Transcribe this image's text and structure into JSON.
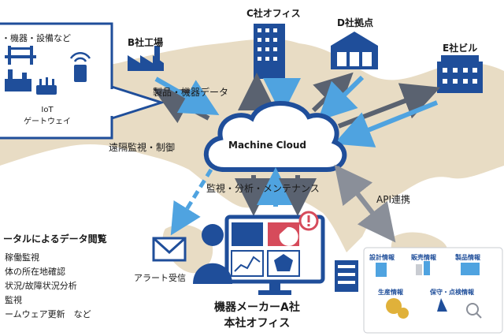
{
  "title_bullets": {
    "iot_panel_header": "・機器・設備など",
    "iot_gateway": "IoT\nゲートウェイ"
  },
  "nodes": {
    "b_factory": "B社工場",
    "c_office": "C社オフィス",
    "d_base": "D社拠点",
    "e_building": "E社ビル",
    "cloud": "Machine Cloud",
    "hq": "機器メーカーA社\n本社オフィス",
    "alert": "アラート受信"
  },
  "edges": {
    "products_data": "製品・機器データ",
    "remote_control": "遠隔監視・制御",
    "monitor_analyze": "監視・分析・メンテナンス",
    "api": "API連携"
  },
  "portal": {
    "heading": "ータルによるデータ閲覧",
    "items": [
      "稼働監視",
      "体の所在地確認",
      "状況/故障状況分析",
      "監視",
      "ームウェア更新　など"
    ]
  },
  "info_panel": {
    "design": "設計情報",
    "sales": "販売情報",
    "product": "製品情報",
    "production": "生産情報",
    "maintenance": "保守・点検情報"
  },
  "colors": {
    "dark_blue": "#1f4e9a",
    "light_blue": "#4fa3e0",
    "gray_arrow": "#8a8f99",
    "map": "#e8dcc4"
  }
}
